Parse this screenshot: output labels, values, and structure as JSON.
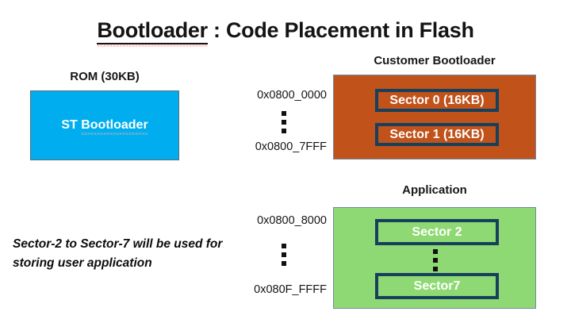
{
  "slide": {
    "title_underlined_part": "Bootloader",
    "title_rest": " : Code Placement in Flash",
    "background_color": "#ffffff"
  },
  "rom": {
    "caption": "ROM (30KB)",
    "prefix_label": "ST ",
    "box_label": "Bootloader",
    "fill_color": "#00AEEF",
    "border_color": "#5b6c74",
    "text_color": "#ffffff"
  },
  "note": {
    "text": "Sector-2 to Sector-7 will be used for storing user application"
  },
  "bootloader_region": {
    "caption": "Customer Bootloader",
    "fill_color": "#C0521A",
    "border_color": "#6f8ca0",
    "start_address": "0x0800_0000",
    "end_address": "0x0800_7FFF",
    "ellipsis": "vertical-ellipsis",
    "sectors": [
      {
        "label": "Sector 0 (16KB)",
        "border_color": "#17405C",
        "text_color": "#ffffff"
      },
      {
        "label": "Sector 1 (16KB)",
        "border_color": "#17405C",
        "text_color": "#ffffff"
      }
    ]
  },
  "application_region": {
    "caption": "Application",
    "fill_color": "#8ED973",
    "border_color": "#6f8ca0",
    "start_address": "0x0800_8000",
    "end_address": "0x080F_FFFF",
    "ellipsis": "vertical-ellipsis",
    "sectors": [
      {
        "label": "Sector 2",
        "border_color": "#17405C",
        "text_color": "#ffffff"
      },
      {
        "label": "Sector7",
        "border_color": "#17405C",
        "text_color": "#ffffff"
      }
    ]
  }
}
